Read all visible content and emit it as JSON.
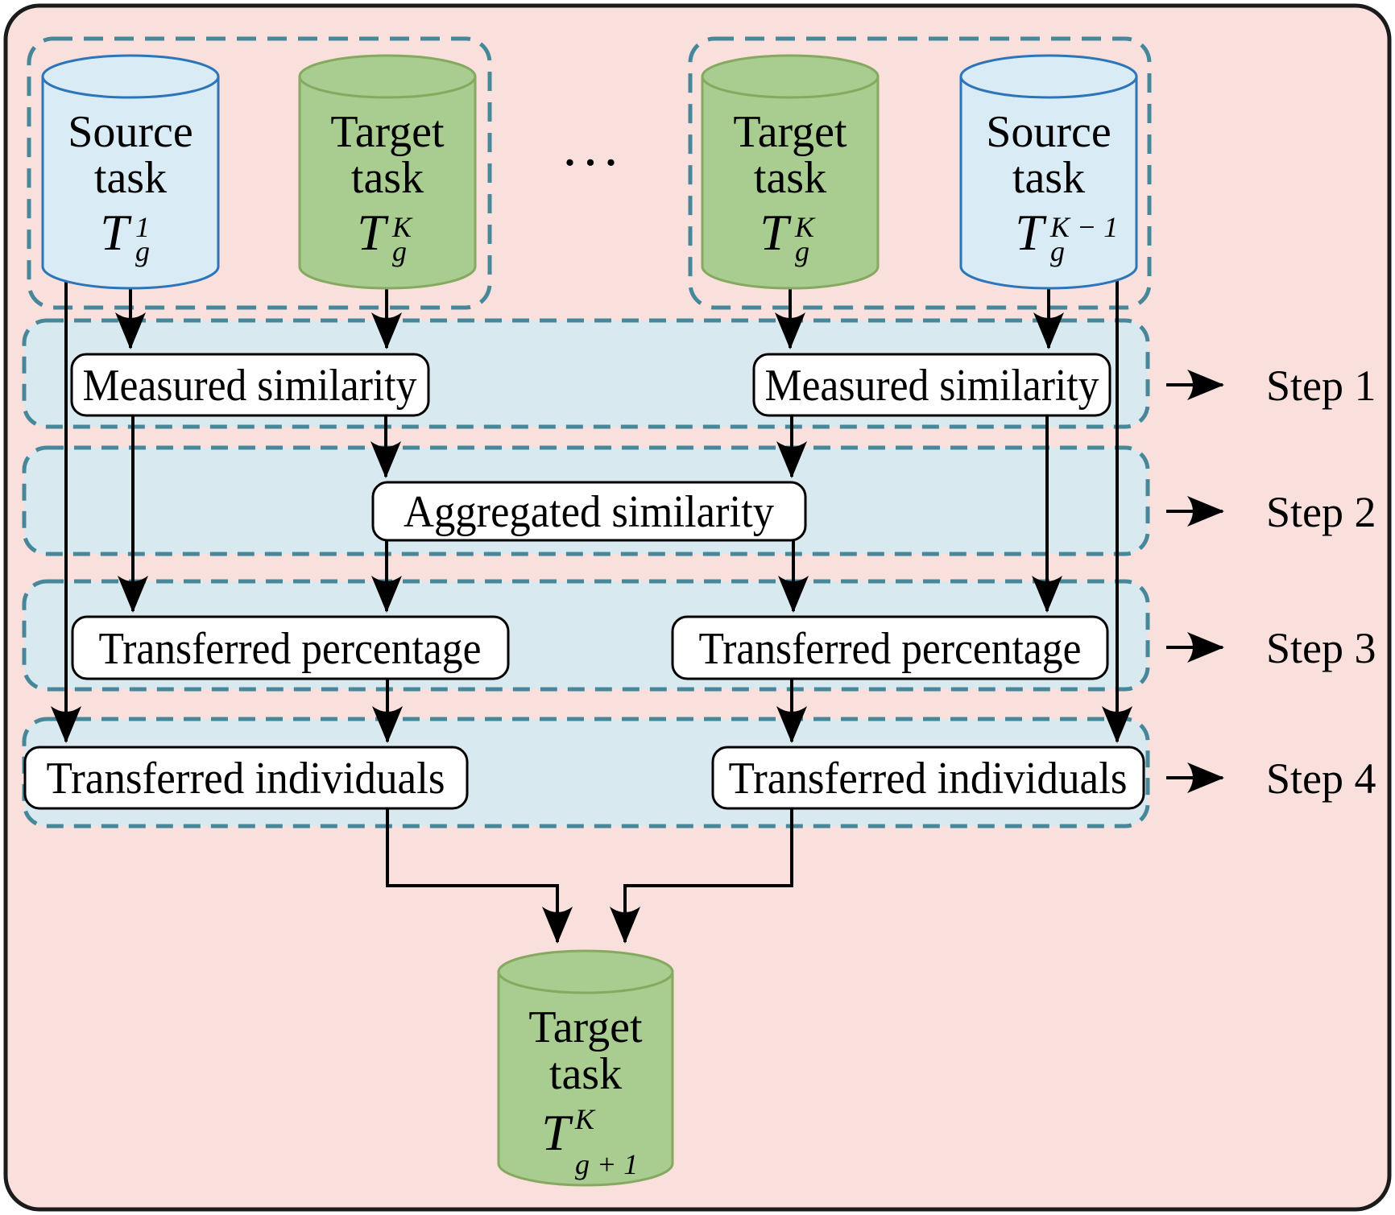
{
  "colors": {
    "background": "#f9e0dc",
    "step_row_fill": "#d8e9f0",
    "dashed_border": "#47879a",
    "blue_cylinder_fill": "#d9ecf6",
    "blue_cylinder_stroke": "#2d75b8",
    "green_cylinder_fill": "#a9cc90",
    "green_cylinder_stroke": "#86a960",
    "box_fill": "#ffffff",
    "line_color": "#000000",
    "frame_stroke": "#1b1b1b"
  },
  "cylinders": {
    "left_source": {
      "line1": "Source",
      "line2": "task",
      "symbol": "T",
      "sup": "1",
      "sub": "g"
    },
    "left_target": {
      "line1": "Target",
      "line2": "task",
      "symbol": "T",
      "sup": "K",
      "sub": "g"
    },
    "right_target": {
      "line1": "Target",
      "line2": "task",
      "symbol": "T",
      "sup": "K",
      "sub": "g"
    },
    "right_source": {
      "line1": "Source",
      "line2": "task",
      "symbol": "T",
      "sup": "K − 1",
      "sub": "g"
    },
    "result_target": {
      "line1": "Target",
      "line2": "task",
      "symbol": "T",
      "sup": "K",
      "sub": "g + 1"
    }
  },
  "ellipsis": "...",
  "boxes": {
    "measured_left": "Measured similarity",
    "measured_right": "Measured similarity",
    "aggregated": "Aggregated similarity",
    "percentage_left": "Transferred percentage",
    "percentage_right": "Transferred percentage",
    "individuals_left": "Transferred individuals",
    "individuals_right": "Transferred individuals"
  },
  "steps": [
    {
      "label": "Step 1"
    },
    {
      "label": "Step 2"
    },
    {
      "label": "Step 3"
    },
    {
      "label": "Step 4"
    }
  ]
}
